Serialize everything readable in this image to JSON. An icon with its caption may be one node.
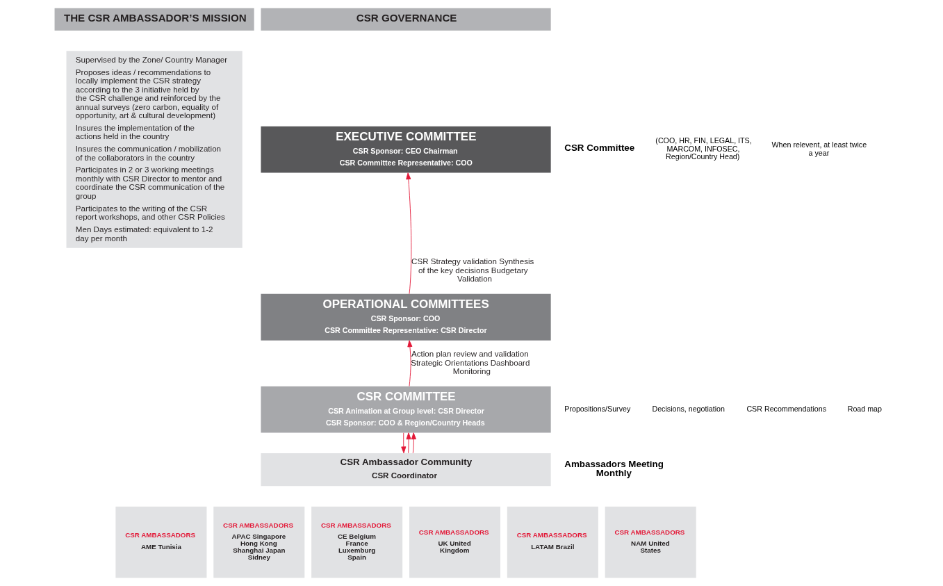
{
  "diagram": {
    "nodes": [
      {
        "text": [
          "THE CSR AMBASSADOR’S MISSION"
        ]
      },
      {
        "text": [
          "Supervised by the Zone/ Country Manager",
          "Proposes ideas / recommendations to locally implement the CSR strategy according to the 3 initiative held by the CSR challenge and reinforced by the annual surveys (zero carbon, equality of opportunity, art & cultural development)",
          "Insures the implementation of the actions held in the country",
          "Insures the communication / mobilization of the collaborators in the country",
          "Participates in 2 or 3 working meetings monthly with CSR Director to mentor and coordinate the CSR communication of the group",
          "Participates to the writing of the CSR report workshops, and other CSR Policies",
          "Men Days estimated: equivalent to 1-2 day per month"
        ]
      },
      {
        "text": [
          "CSR GOVERNANCE"
        ]
      },
      {
        "text": [
          "EXECUTIVE COMMITTEE",
          "CSR Sponsor: CEO Chairman",
          "CSR Committee Representative: COO"
        ]
      },
      {
        "text": [
          "OPERATIONAL COMMITTEES",
          "CSR Sponsor: COO",
          "CSR Committee Representative: CSR Director"
        ]
      },
      {
        "text": [
          "CSR COMMITTEE",
          "CSR Animation at Group level: CSR Director",
          "CSR Sponsor: COO & Region/Country Heads"
        ]
      },
      {
        "text": [
          "CSR Ambassador Community",
          "CSR Coordinator"
        ]
      },
      {
        "text": [
          "CSR AMBASSADORS",
          "AME Tunisia"
        ]
      },
      {
        "text": [
          "CSR AMBASSADORS",
          "APAC Singapore Hong Kong Shanghai Japan Sidney"
        ]
      },
      {
        "text": [
          "CSR AMBASSADORS",
          "CE Belgium France Luxemburg Spain"
        ]
      },
      {
        "text": [
          "CSR AMBASSADORS",
          "UK United Kingdom"
        ]
      },
      {
        "text": [
          "CSR AMBASSADORS",
          "LATAM Brazil"
        ]
      },
      {
        "text": [
          "CSR AMBASSADORS",
          "NAM United States"
        ]
      }
    ],
    "edges": [
      {
        "from": 4,
        "to": 3,
        "arrow": "to",
        "label": "CSR Strategy validation Synthesis of the key decisions Budgetary Validation"
      },
      {
        "from": 5,
        "to": 4,
        "arrow": "to",
        "label": "Action plan review and validation Strategic Orientations Dashboard Monitoring"
      },
      {
        "from": 5,
        "to": 6,
        "arrow": "to"
      },
      {
        "from": 6,
        "to": 5,
        "arrow": "to"
      },
      {
        "from": 6,
        "to": 5,
        "arrow": "to"
      }
    ],
    "labels": [
      "CSR Committee",
      "(COO, HR, FIN, LEGAL, ITS, MARCOM, INFOSEC, Region/Country Head)",
      "When relevent, at least twice a year",
      "Ambassadors Meeting Monthly",
      "Propositions/Survey",
      "Decisions, negotiation",
      "CSR Recommendations",
      "Road map"
    ]
  }
}
